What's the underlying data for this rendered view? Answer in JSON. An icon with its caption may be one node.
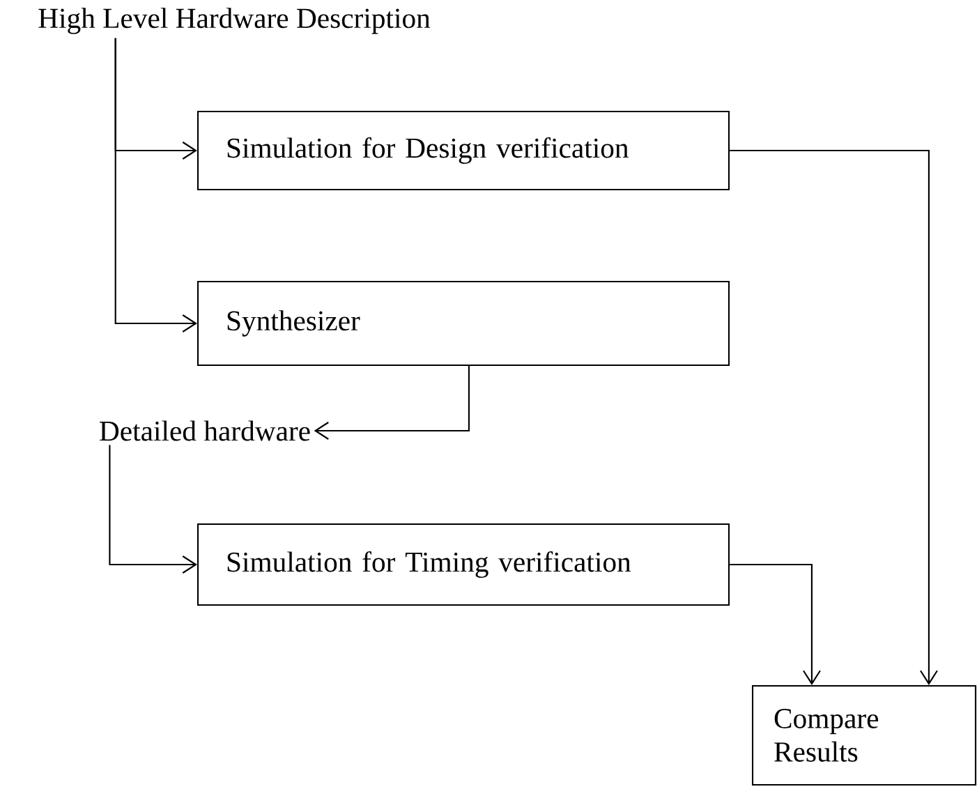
{
  "diagram": {
    "nodes": [
      {
        "text": [
          "High Level Hardware Description"
        ]
      },
      {
        "text": [
          "Simulation for Design verification"
        ]
      },
      {
        "text": [
          "Synthesizer"
        ]
      },
      {
        "text": [
          "Detailed hardware"
        ]
      },
      {
        "text": [
          "Simulation for Timing verification"
        ]
      },
      {
        "text": [
          "Compare Results"
        ]
      }
    ],
    "edges": [
      {
        "from": 0,
        "to": 1,
        "arrow": "to"
      },
      {
        "from": 0,
        "to": 2,
        "arrow": "to"
      },
      {
        "from": 2,
        "to": 3,
        "arrow": "to"
      },
      {
        "from": 3,
        "to": 4,
        "arrow": "to"
      },
      {
        "from": 4,
        "to": 5,
        "arrow": "to"
      },
      {
        "from": 1,
        "to": 5,
        "arrow": "to"
      }
    ]
  }
}
